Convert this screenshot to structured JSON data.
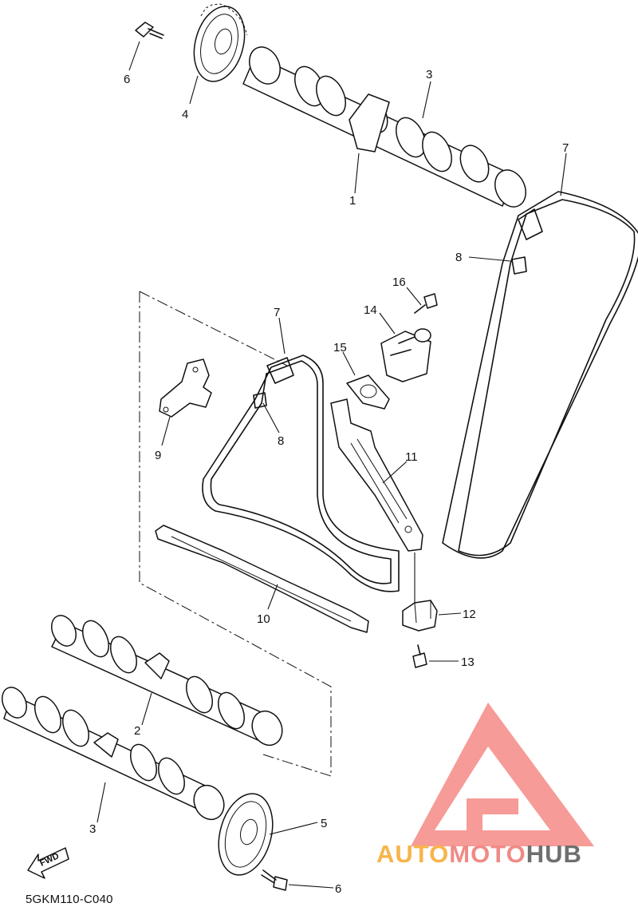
{
  "diagram_code": "5GKM110-C040",
  "fwd_label": "FWD",
  "logo": {
    "part1": "AUTO",
    "part2": "MOTO",
    "part3": "HUB"
  },
  "colors": {
    "logo_triangle": "#f58a86",
    "logo_auto": "#f8b44a",
    "logo_moto": "#f08a86",
    "logo_hub": "#6f6f6f",
    "line": "#111111"
  },
  "callouts": {
    "c6_top": "6",
    "c4": "4",
    "c3_top": "3",
    "c1": "1",
    "c7_right": "7",
    "c8_right": "8",
    "c16": "16",
    "c14": "14",
    "c15": "15",
    "c7_left": "7",
    "c9": "9",
    "c8_left": "8",
    "c11": "11",
    "c10": "10",
    "c12": "12",
    "c13": "13",
    "c2": "2",
    "c3_bottom": "3",
    "c5": "5",
    "c6_bottom": "6"
  }
}
